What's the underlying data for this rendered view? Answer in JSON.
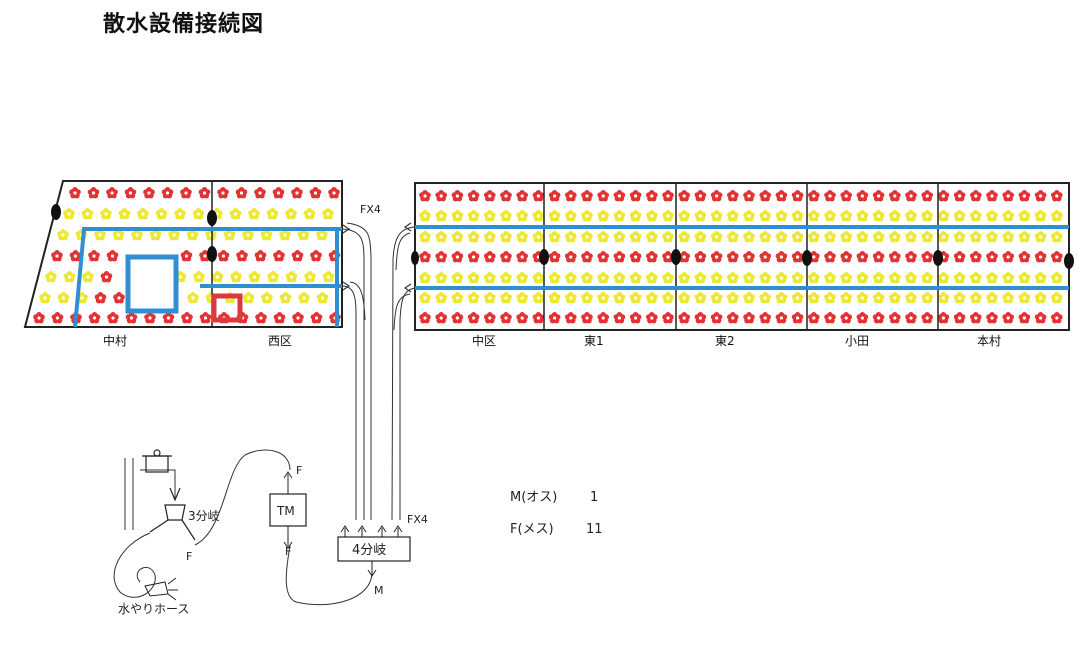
{
  "title": "散水設備接続図",
  "colors": {
    "red_flower": "#e23232",
    "yellow_flower": "#ece833",
    "blue_pipe": "#2f8fd0",
    "red_box": "#d93a3a",
    "outline": "#222222"
  },
  "sections": {
    "nakamura": "中村",
    "nishiku": "西区",
    "nakaku": "中区",
    "higashi1": "東1",
    "higashi2": "東2",
    "oda": "小田",
    "honmura": "本村"
  },
  "annotations": {
    "fx4_top": "FX4",
    "fx4_bottom": "FX4",
    "tm": "TM",
    "splitter4": "4分岐",
    "splitter3": "3分岐",
    "hose": "水やりホース",
    "f_tm_top": "F",
    "f_tm_bottom": "F",
    "f_splitter3": "F",
    "m_splitter4": "M"
  },
  "legend": [
    {
      "label": "M(オス)",
      "count": "1"
    },
    {
      "label": "F(メス)",
      "count": "11"
    }
  ]
}
